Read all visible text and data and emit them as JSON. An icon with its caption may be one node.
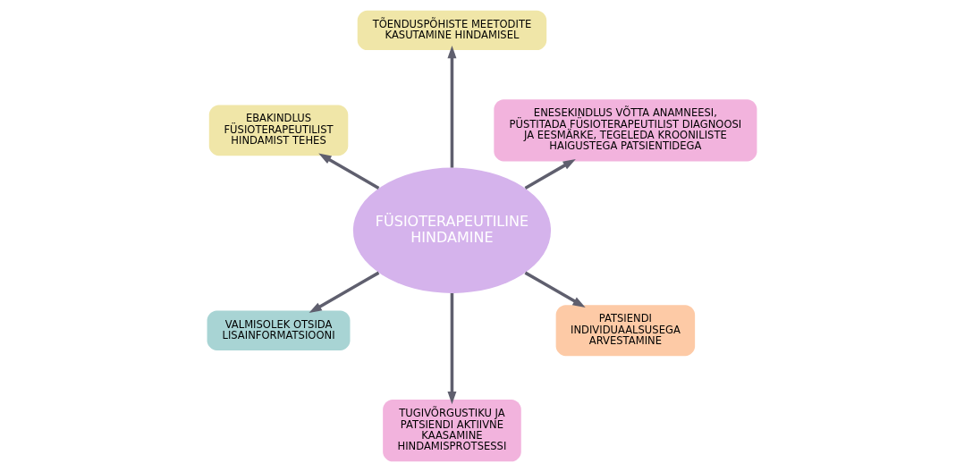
{
  "diagram": {
    "nodes": [
      {
        "text": [
          "FÜSIOTERAPEUTILINE HINDAMINE"
        ]
      },
      {
        "text": [
          "ENESEKINDLUS VÕTTA ANAMNEESI, PÜSTITADA FÜSIOTERAPEUTILIST DIAGNOOSI JA EESMÄRKE, TEGELEDA KROONILISTE HAIGUSTEGA PATSIENTIDEGA"
        ]
      },
      {
        "text": [
          "TÕENDUSPÕHISTE MEETODITE KASUTAMINE HINDAMISEL"
        ]
      },
      {
        "text": [
          "EBAKINDLUS FÜSIOTERAPEUTILIST HINDAMIST TEHES"
        ]
      },
      {
        "text": [
          "VALMISOLEK OTSIDA LISAINFORMATSIOONI"
        ]
      },
      {
        "text": [
          "TUGIVÕRGUSTIKU JA PATSIENDI AKTIIVNE KAASAMINE HINDAMISPROTSESSI"
        ]
      },
      {
        "text": [
          "PATSIENDI INDIVIDUAALSUSEGA ARVESTAMINE"
        ]
      }
    ],
    "edges": [
      {
        "from": 0,
        "to": 1,
        "arrow": "to"
      },
      {
        "from": 0,
        "to": 2,
        "arrow": "to"
      },
      {
        "from": 0,
        "to": 3,
        "arrow": "to"
      },
      {
        "from": 0,
        "to": 4,
        "arrow": "to"
      },
      {
        "from": 0,
        "to": 5,
        "arrow": "to"
      },
      {
        "from": 0,
        "to": 6,
        "arrow": "to"
      }
    ]
  }
}
